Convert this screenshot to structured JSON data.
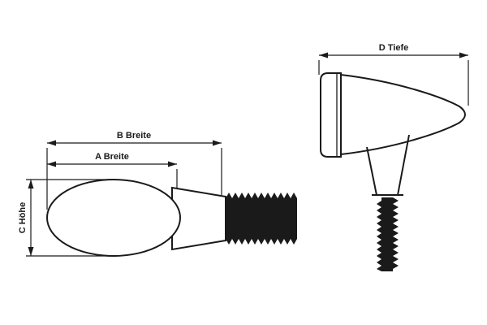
{
  "colors": {
    "line": "#1a1a1a",
    "background": "#ffffff"
  },
  "labels": {
    "b_breite": "B Breite",
    "a_breite": "A Breite",
    "c_hoehe": "C Höhe",
    "d_tiefe": "D Tiefe"
  }
}
